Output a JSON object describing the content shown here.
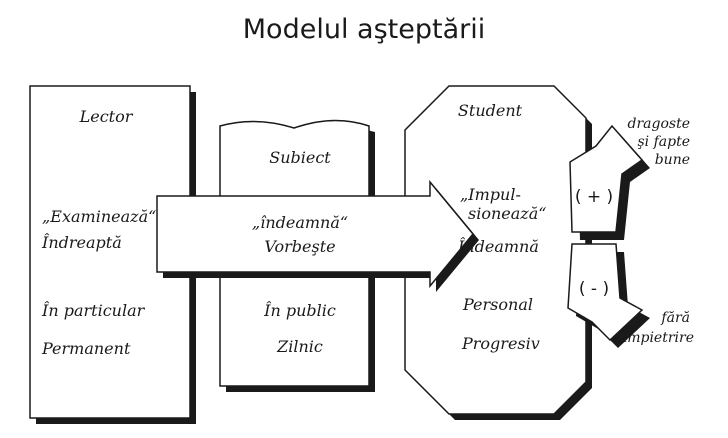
{
  "title": "Modelul aşteptării",
  "lector": {
    "heading": "Lector",
    "line1": "„Examinează“",
    "line2": "Îndreaptă",
    "line3": "În particular",
    "line4": "Permanent"
  },
  "subiect": {
    "heading": "Subiect",
    "line1": "„îndeamnă“",
    "line2": "Vorbeşte",
    "line3": "În public",
    "line4": "Zilnic"
  },
  "student": {
    "heading": "Student",
    "line1a": "„Impul-",
    "line1b": "sionează“",
    "line2": "Îndeamnă",
    "line3": "Personal",
    "line4": "Progresiv"
  },
  "positive": {
    "sign": "( + )",
    "label1": "dragoste",
    "label2": "şi fapte",
    "label3": "bune"
  },
  "negative": {
    "sign": "( - )",
    "label1": "fără",
    "label2": "împietrire"
  }
}
